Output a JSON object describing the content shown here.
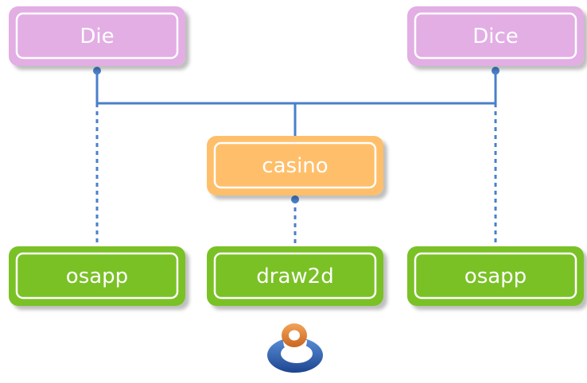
{
  "colors": {
    "class_node": "#e2aee4",
    "module_node": "#ffbf6b",
    "lib_node": "#7ac125",
    "connector": "#4a7fcb",
    "logo_outer": "#2c5aa8",
    "logo_inner": "#e98a36"
  },
  "nodes": {
    "die": {
      "label": "Die"
    },
    "dice": {
      "label": "Dice"
    },
    "casino": {
      "label": "casino"
    },
    "osapp_left": {
      "label": "osapp"
    },
    "draw2d": {
      "label": "draw2d"
    },
    "osapp_right": {
      "label": "osapp"
    }
  },
  "logo": {
    "icon": "osbasics-logo-icon"
  }
}
